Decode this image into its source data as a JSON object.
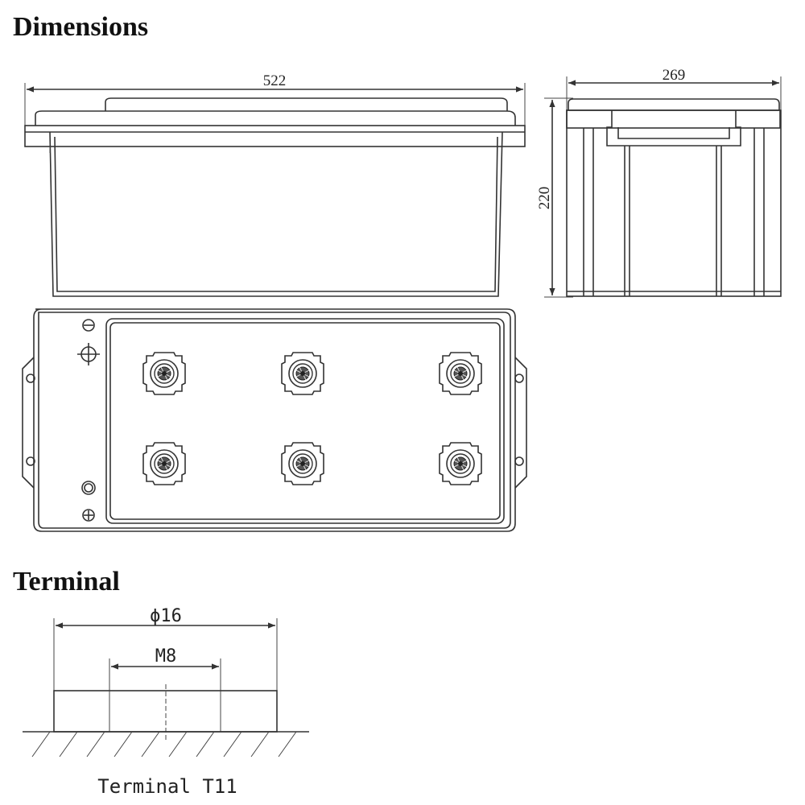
{
  "headings": {
    "dimensions": "Dimensions",
    "terminal": "Terminal"
  },
  "dimensions": {
    "length": "522",
    "width": "269",
    "height": "220"
  },
  "terminal": {
    "diameter": "ϕ16",
    "thread": "M8",
    "caption": "Terminal T11"
  }
}
